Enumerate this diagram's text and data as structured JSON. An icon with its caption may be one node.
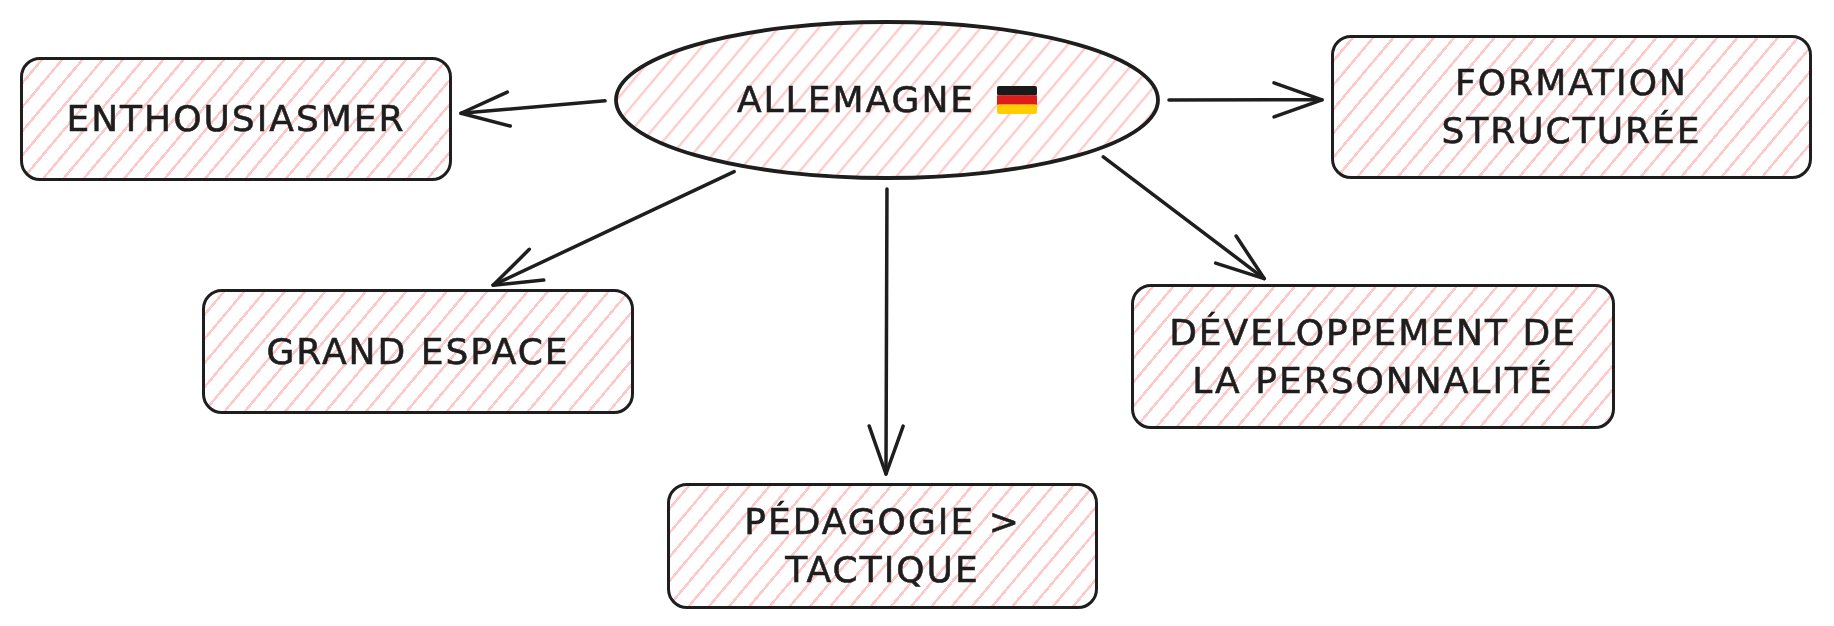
{
  "diagram": {
    "nodes": [
      {
        "text": [
          "ENTHOUSIASMER"
        ]
      },
      {
        "text": [
          "ALLEMAGNE"
        ]
      },
      {
        "text": [
          "FORMATION STRUCTURÉE"
        ]
      },
      {
        "text": [
          "GRAND ESPACE"
        ]
      },
      {
        "text": [
          "DÉVELOPPEMENT DE LA PERSONNALITÉ"
        ]
      },
      {
        "text": [
          "PÉDAGOGIE > TACTIQUE"
        ]
      }
    ],
    "edges": [
      {
        "from": 1,
        "to": 0,
        "arrow": "to"
      },
      {
        "from": 1,
        "to": 2,
        "arrow": "to"
      },
      {
        "from": 1,
        "to": 3,
        "arrow": "to"
      },
      {
        "from": 1,
        "to": 5,
        "arrow": "to"
      },
      {
        "from": 1,
        "to": 4,
        "arrow": "to"
      }
    ]
  }
}
